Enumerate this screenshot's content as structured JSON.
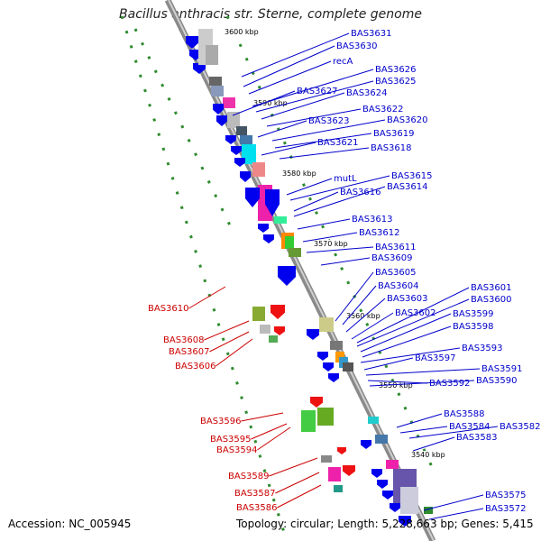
{
  "title": "Bacillus anthracis str. Sterne, complete genome",
  "footer": {
    "accession": "Accession: NC_005945",
    "summary": "Topology: circular; Length: 5,228,663 bp; Genes: 5,415"
  },
  "colors": {
    "forward_label": "#0000cc",
    "reverse_label": "#cc0000",
    "backbone": "#808080",
    "tick": "#2e8b2e"
  },
  "scale_labels": [
    "3600 kbp",
    "3590 kbp",
    "3580 kbp",
    "3570 kbp",
    "3560 kbp",
    "3550 kbp",
    "3540 kbp"
  ],
  "forward_genes": [
    "BAS3631",
    "BAS3630",
    "recA",
    "BAS3626",
    "BAS3625",
    "BAS3627",
    "BAS3624",
    "BAS3622",
    "BAS3623",
    "BAS3620",
    "BAS3619",
    "BAS3621",
    "BAS3618",
    "mutL",
    "BAS3615",
    "BAS3616",
    "BAS3614",
    "BAS3613",
    "BAS3612",
    "BAS3611",
    "BAS3609",
    "BAS3605",
    "BAS3604",
    "BAS3603",
    "BAS3602",
    "BAS3601",
    "BAS3600",
    "BAS3599",
    "BAS3598",
    "BAS3593",
    "BAS3597",
    "BAS3591",
    "BAS3592",
    "BAS3590",
    "BAS3588",
    "BAS3584",
    "BAS3582",
    "BAS3583",
    "BAS3575",
    "BAS3572"
  ],
  "reverse_genes": [
    "BAS3610",
    "BAS3608",
    "BAS3607",
    "BAS3606",
    "BAS3596",
    "BAS3595",
    "BAS3594",
    "BAS3589",
    "BAS3587",
    "BAS3586"
  ]
}
